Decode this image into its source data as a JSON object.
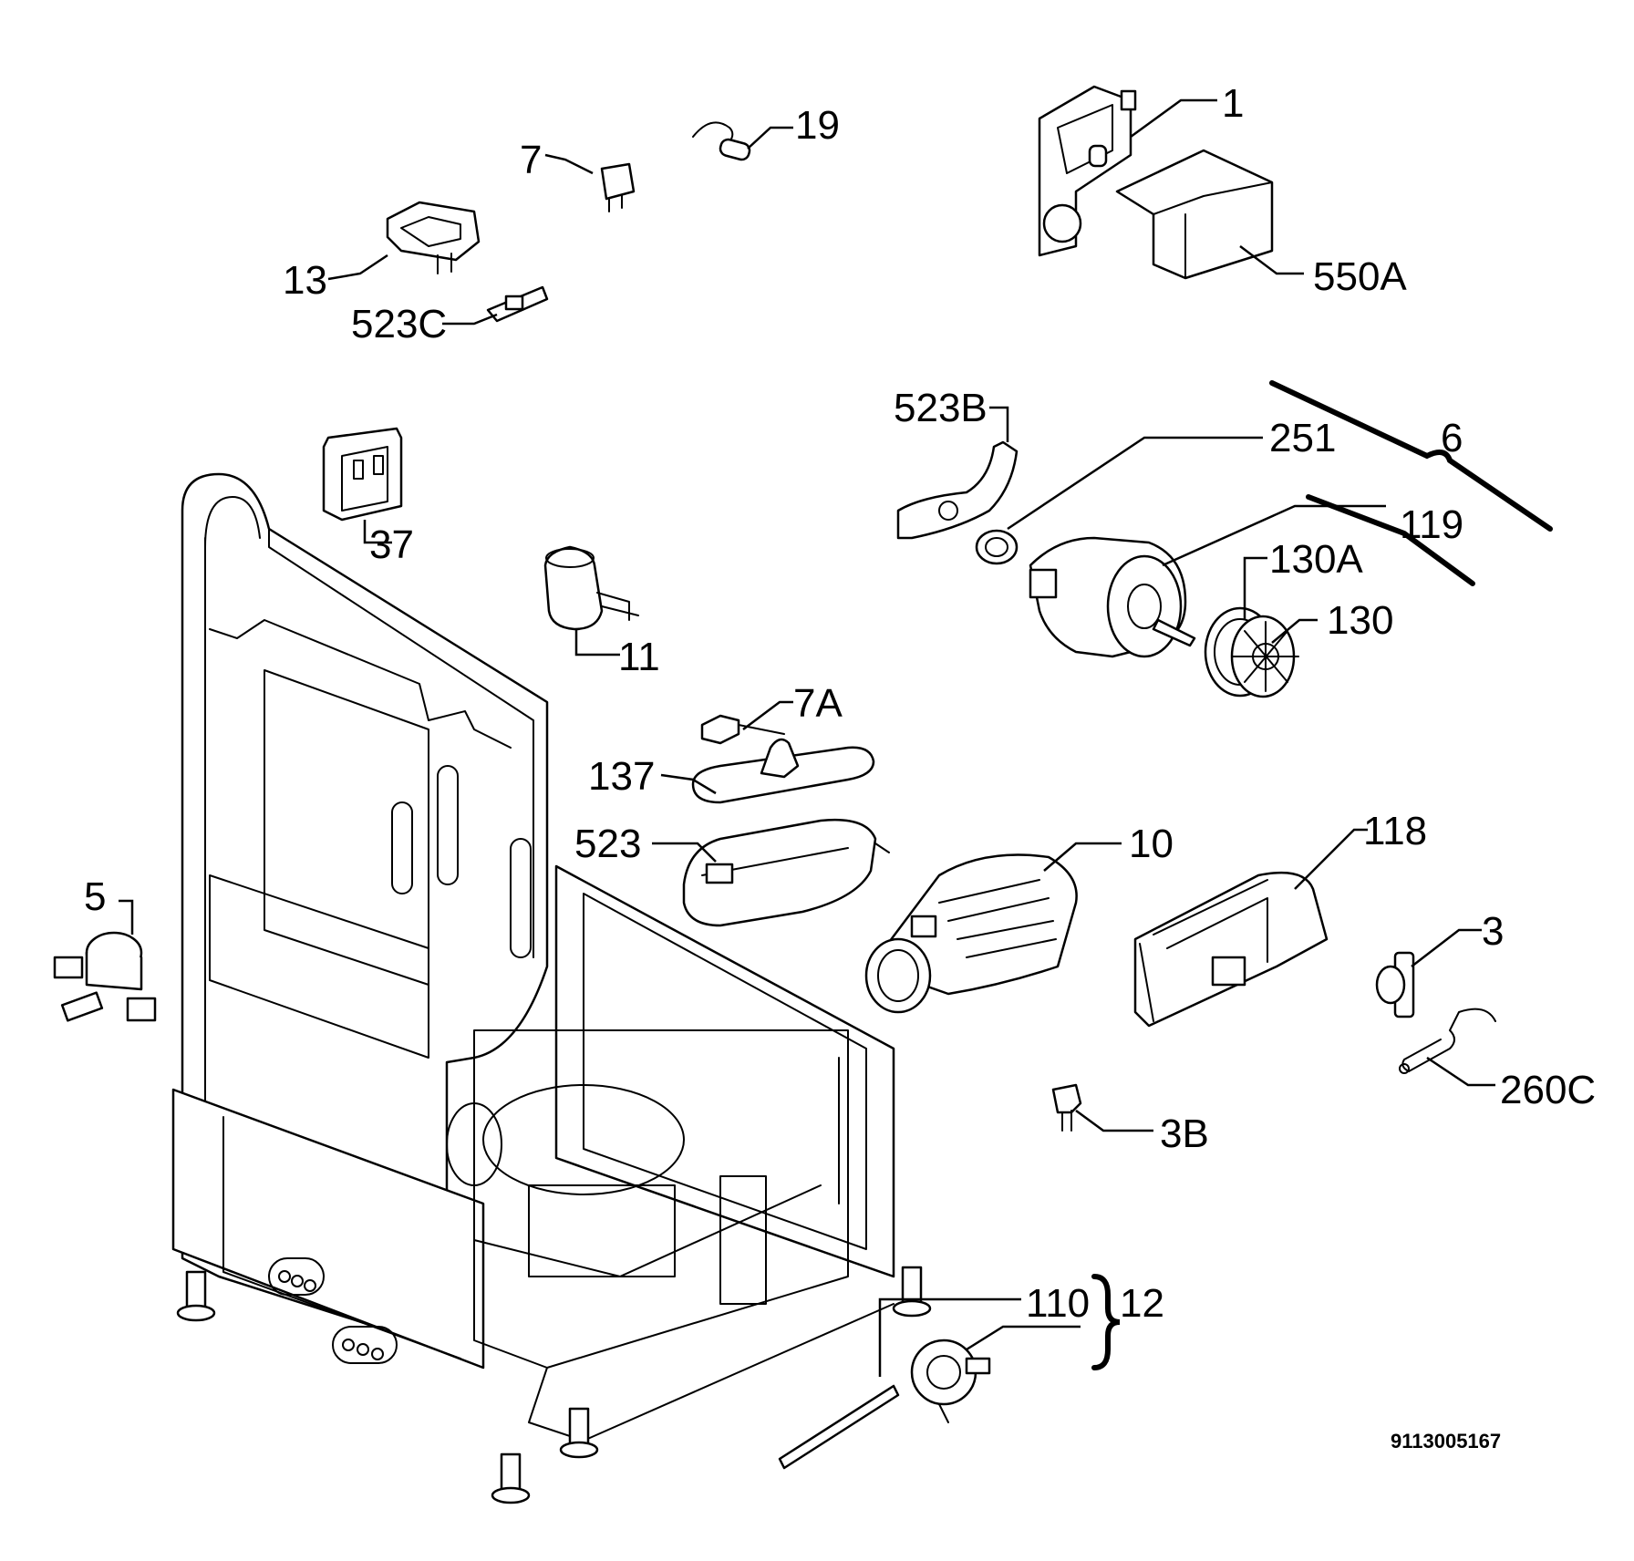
{
  "diagram": {
    "labels": {
      "p1": "1",
      "p19": "19",
      "p7": "7",
      "p13": "13",
      "p523c": "523C",
      "p550a": "550A",
      "p523b": "523B",
      "p251": "251",
      "p6": "6",
      "p119": "119",
      "p130a": "130A",
      "p130": "130",
      "p37": "37",
      "p11": "11",
      "p7a": "7A",
      "p137": "137",
      "p523": "523",
      "p10": "10",
      "p118": "118",
      "p5": "5",
      "p3": "3",
      "p260c": "260C",
      "p3b": "3B",
      "p110": "110",
      "p12": "12"
    },
    "code": "9113005167"
  }
}
